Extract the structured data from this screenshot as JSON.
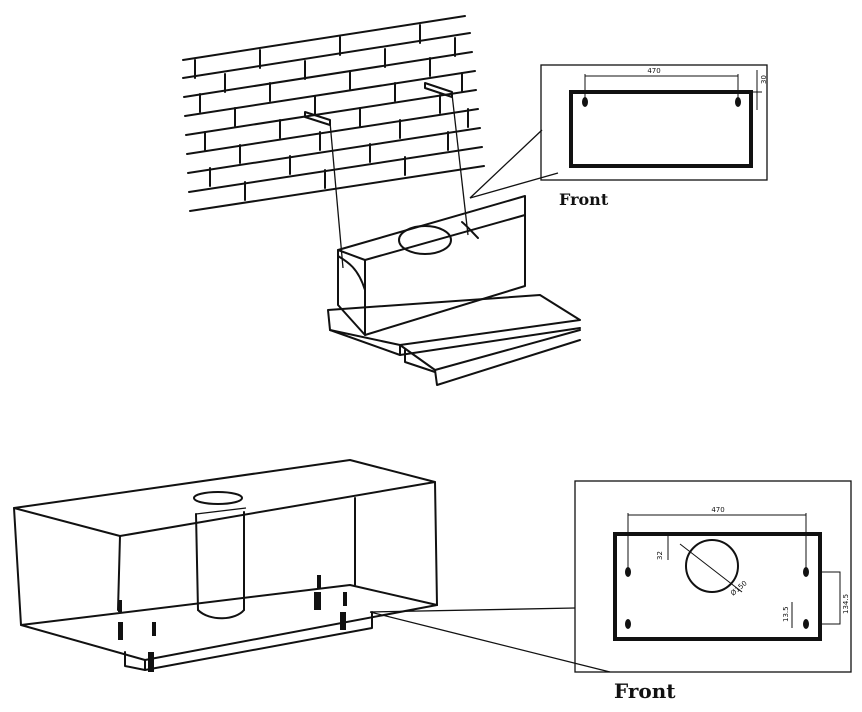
{
  "top_detail": {
    "width_dim": "470",
    "side_dim": "30",
    "front_label": "Front"
  },
  "bottom_detail": {
    "width_dim": "470",
    "offset_dim": "32",
    "diameter_dim": "Ø150",
    "height_dim": "134.5",
    "bottom_dim": "13.5",
    "front_label": "Front"
  }
}
